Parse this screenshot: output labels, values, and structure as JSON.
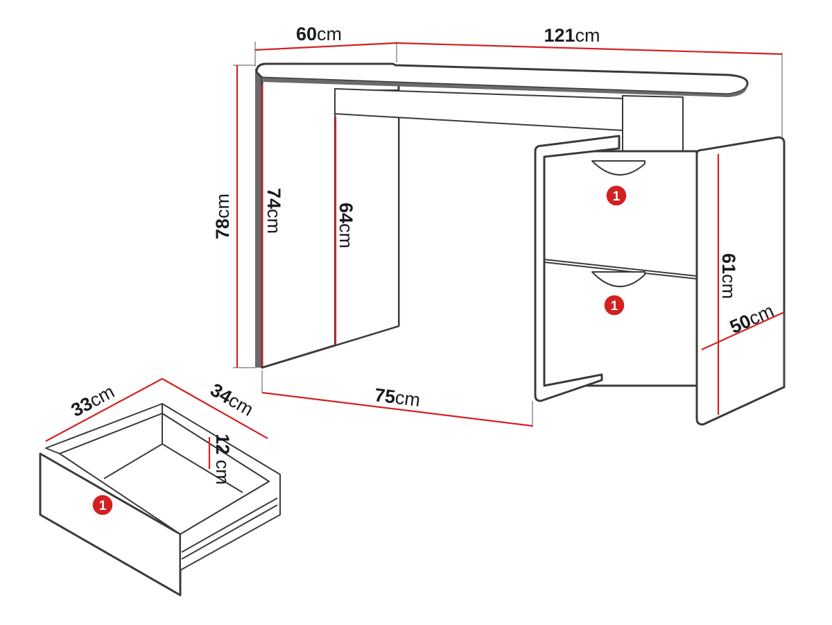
{
  "dimensions": {
    "depth_top": {
      "value": "60",
      "unit": "cm"
    },
    "width_top": {
      "value": "121",
      "unit": "cm"
    },
    "height_total": {
      "value": "78",
      "unit": "cm"
    },
    "height_leg": {
      "value": "74",
      "unit": "cm"
    },
    "height_inner": {
      "value": "64",
      "unit": "cm"
    },
    "width_knee": {
      "value": "75",
      "unit": "cm"
    },
    "height_cabinet": {
      "value": "61",
      "unit": "cm"
    },
    "depth_cabinet": {
      "value": "50",
      "unit": "cm"
    },
    "drawer_width": {
      "value": "33",
      "unit": "cm"
    },
    "drawer_depth": {
      "value": "34",
      "unit": "cm"
    },
    "drawer_height": {
      "value": "12",
      "unit": " cm"
    }
  },
  "badges": {
    "drawer_top": "1",
    "drawer_bottom": "1",
    "drawer_single": "1"
  },
  "colors": {
    "dimension_line": "#d42020",
    "outline": "#3a3a3a",
    "badge": "#d42020"
  }
}
